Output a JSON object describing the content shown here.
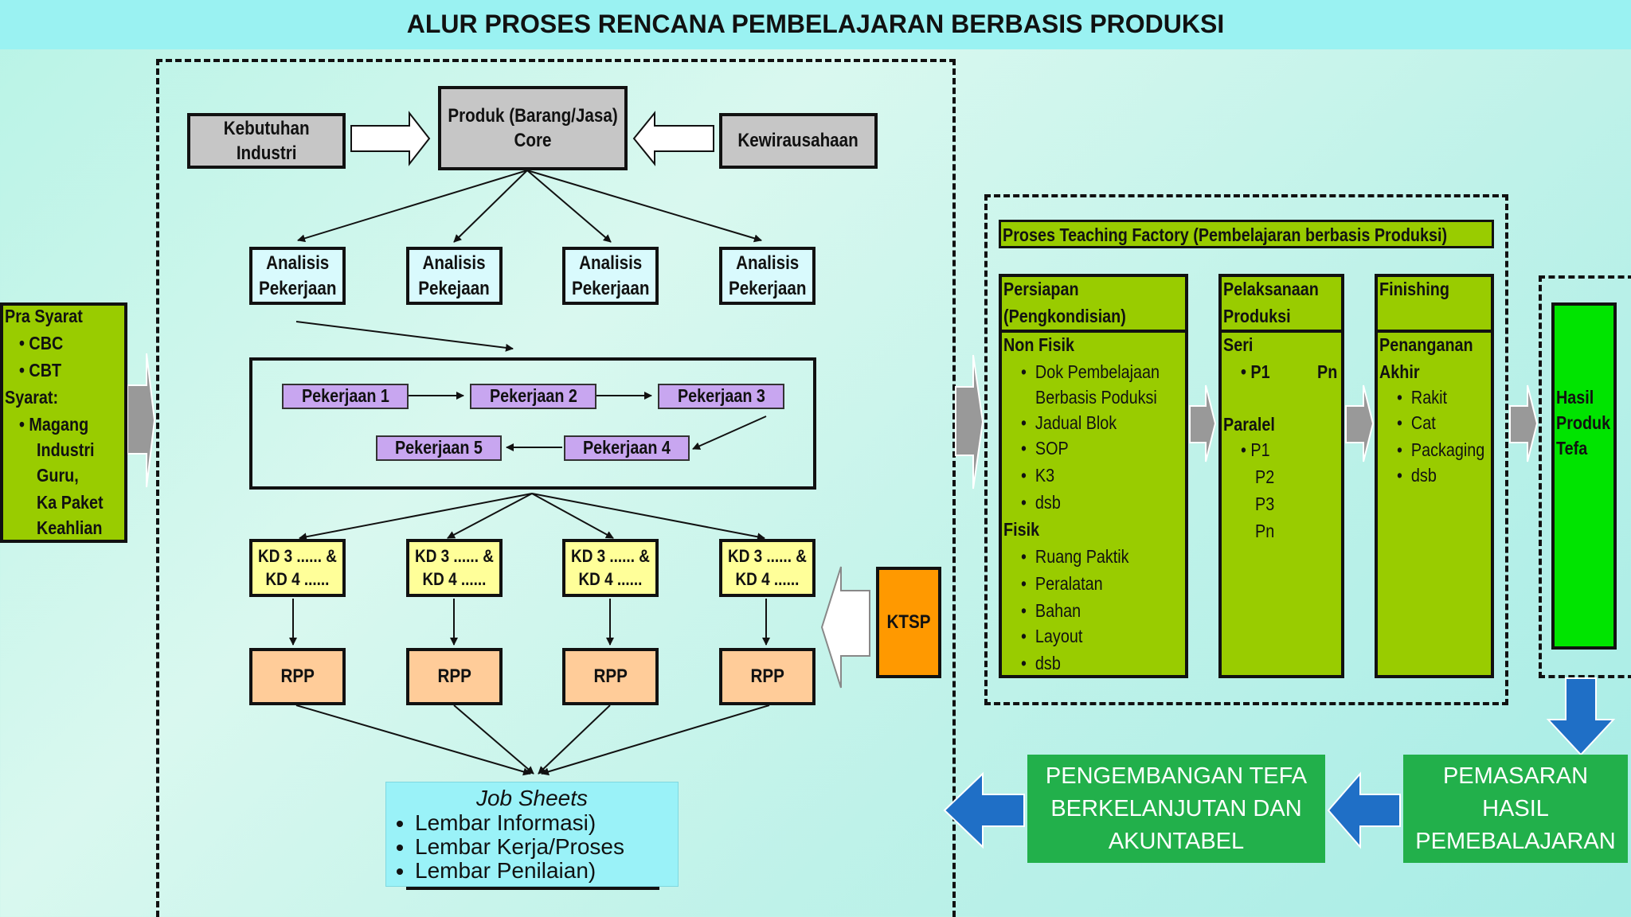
{
  "title": "ALUR PROSES RENCANA PEMBELAJARAN BERBASIS PRODUKSI",
  "top_row": {
    "kebutuhan": [
      "Kebutuhan",
      "Industri"
    ],
    "produk": [
      "Produk (Barang/Jasa)",
      "Core"
    ],
    "kewirausahaan": "Kewirausahaan"
  },
  "analisis": [
    [
      "Analisis",
      "Pekerjaan"
    ],
    [
      "Analisis",
      "Pekejaan"
    ],
    [
      "Analisis",
      "Pekerjaan"
    ],
    [
      "Analisis",
      "Pekerjaan"
    ]
  ],
  "pekerjaan": {
    "p1": "Pekerjaan 1",
    "p2": "Pekerjaan 2",
    "p3": "Pekerjaan 3",
    "p4": "Pekerjaan 4",
    "p5": "Pekerjaan 5"
  },
  "kd": [
    "KD 3 ...... &",
    "KD 4 ......"
  ],
  "rpp": "RPP",
  "ktsp": "KTSP",
  "job_sheets": {
    "title": "Job Sheets",
    "items": [
      "Lembar Informasi)",
      "Lembar Kerja/Proses",
      "Lembar Penilaian)"
    ]
  },
  "prasyarat": {
    "heading1": "Pra Syarat",
    "items1": [
      "CBC",
      "CBT"
    ],
    "heading2": "Syarat:",
    "items2": [
      "Magang",
      "Industri",
      "Guru,",
      "Ka Paket",
      "Keahlian"
    ]
  },
  "tefa": {
    "header": "Proses Teaching Factory (Pembelajaran berbasis Produksi)",
    "persiapan": {
      "title": [
        "Persiapan",
        "(Pengkondisian)"
      ],
      "nonfisik": "Non Fisik",
      "nonfisik_items": [
        "Dok Pembelajaan",
        "Berbasis Poduksi",
        "Jadual Blok",
        "SOP",
        "K3",
        "dsb"
      ],
      "fisik": "Fisik",
      "fisik_items": [
        "Ruang Paktik",
        "Peralatan",
        "Bahan",
        "Layout",
        "dsb"
      ]
    },
    "pelaksanaan": {
      "title": [
        "Pelaksanaan",
        "Produksi"
      ],
      "seri": "Seri",
      "seri_p1": "P1",
      "seri_pn": "Pn",
      "paralel": "Paralel",
      "paralel_items": [
        "P1",
        "P2",
        "P3",
        "Pn"
      ]
    },
    "finishing": {
      "title": "Finishing",
      "sub": [
        "Penanganan",
        "Akhir"
      ],
      "items": [
        "Rakit",
        "Cat",
        "Packaging",
        "dsb"
      ]
    },
    "hasil": [
      "Hasil",
      "Produk",
      "Tefa"
    ]
  },
  "bottom": {
    "pemasaran": [
      "PEMASARAN",
      "HASIL",
      "PEMEBALAJARAN"
    ],
    "pengembangan": [
      "PENGEMBANGAN TEFA",
      "BERKELANJUTAN DAN",
      "AKUNTABEL"
    ]
  },
  "colors": {
    "gray_box": "#c6c6c6",
    "cyan_box": "#d9fafd",
    "purple_box": "#c8a6f0",
    "yellow_box": "#ffff99",
    "rpp_box": "#ffcc99",
    "ktsp_box": "#ff9900",
    "green_panel": "#99cc00",
    "hasil_box": "#00e400",
    "teal_box": "#22b04b",
    "blue_arrow": "#1f6fc6",
    "title_bar": "#9af2f2"
  }
}
